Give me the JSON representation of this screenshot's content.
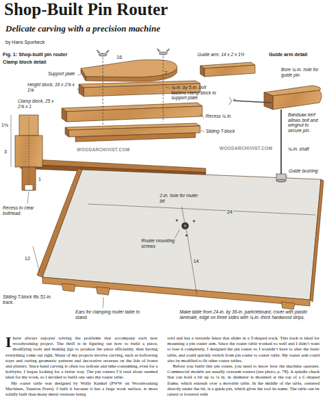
{
  "diagram": {
    "title": "Shop-Built Pin Router",
    "labels": [
      "Delicate carving with a precision machine",
      "by Hans Sporbeck",
      "Fig. 1: Shop-built pin router",
      "Clamp block detail",
      "Support plate",
      "16",
      "7",
      "Height block, 16 x 2⅞ x 1⅛",
      "¼-in. by 5-in. bolt fastens clamp block to support plate.",
      "Guide arm, 14 x 2 x 1½",
      "Guide arm detail",
      "Bore ¼-in. hole for guide pin.",
      "Clamp block, 25 x 2⅞ x 1",
      "Recess ¼ in.",
      "Sliding T-block",
      "Bandsaw kerf allows bolt and wingnut to secure pin.",
      "¼-in. shaft",
      "Guide bushing",
      "WOODARCHIVIST.COM",
      "WOODARCHIVIST.COM",
      "Recess to clear bolthead.",
      "2-in. hole for router bit",
      "24",
      "14",
      "Router mounting screws",
      "12",
      "Sliding T-block fits 51-in. track.",
      "Ears for clamping router table to stand.",
      "Make table from 24-in. by 36-in. particleboard, cover with plastic laminate, edge on three sides with ¼-in.-thick hardwood strips.",
      "1⅛",
      "3",
      "1",
      "I have always enjoyed solving the problems that accompany each new woodworking project. The thrill is in figuring out how to build a piece, modifying tools and making jigs to produce the piece efficiently, then having everything come out right. Many of my projects involve carving, such as hollowing trays and cutting geometric patterns and decorative recesses on the lids of boxes and platters. Since hand carving is often too tedious and time-consuming, even for a hobbyist, I began looking for a better way. The pin routers I’d read about seemed ideal for my work, so I decided to build one onto my router table.",
      "My router table was designed by Wally Kunkel (FWW on Woodworking Machines, Taunton Press). I built it because it has a large work surface, is more solidly built than many metal versions being",
      "sold and has a versatile fence that slides in a T-shaped track. This track is ideal for mounting a pin router arm. Since the router table worked so well and I didn’t want to lose it completely, I designed the pin router so I wouldn’t have to alter the basic table, and could quickly switch from pin router to router table. My router arm could also be modified to fit other router tables.",
      "Before you build this pin router, you need to know how the machine operates. Commercial models are usually overarm routers (see photo, p. 78). A spindle chuck that can hold a bit up to ¼ in. in diameter is mounted at the top of a C-shaped frame, which extends over a movable table. In the middle of the table, centered directly under the bit, is a guide pin, which gives the tool its name. The table can be raised or lowered with"
    ]
  }
}
